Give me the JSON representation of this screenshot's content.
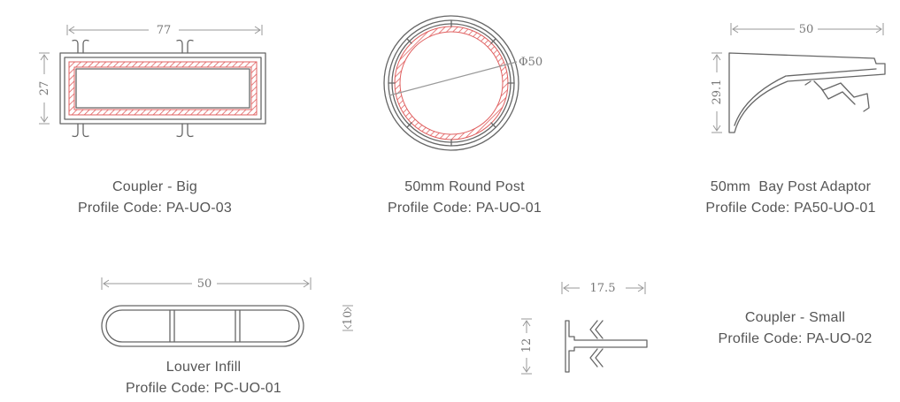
{
  "colors": {
    "line": "#666666",
    "dimension_line": "#999999",
    "hatch": "#e06060",
    "text": "#555555"
  },
  "profiles": [
    {
      "name": "Coupler - Big",
      "code_line": "Profile Code: PA-UO-03",
      "dimensions": {
        "width": "77",
        "height": "27"
      }
    },
    {
      "name": "50mm Round Post",
      "code_line": "Profile Code: PA-UO-01",
      "dimensions": {
        "diameter": "Φ50"
      }
    },
    {
      "name": "50mm  Bay Post Adaptor",
      "code_line": "Profile Code: PA50-UO-01",
      "dimensions": {
        "width": "50",
        "height": "29.1"
      }
    },
    {
      "name": "Louver Infill",
      "code_line": "Profile Code: PC-UO-01",
      "dimensions": {
        "width": "50",
        "height": "10"
      }
    },
    {
      "name": "Coupler - Small",
      "code_line": "Profile Code: PA-UO-02",
      "dimensions": {
        "width": "17.5",
        "height": "12"
      }
    }
  ]
}
